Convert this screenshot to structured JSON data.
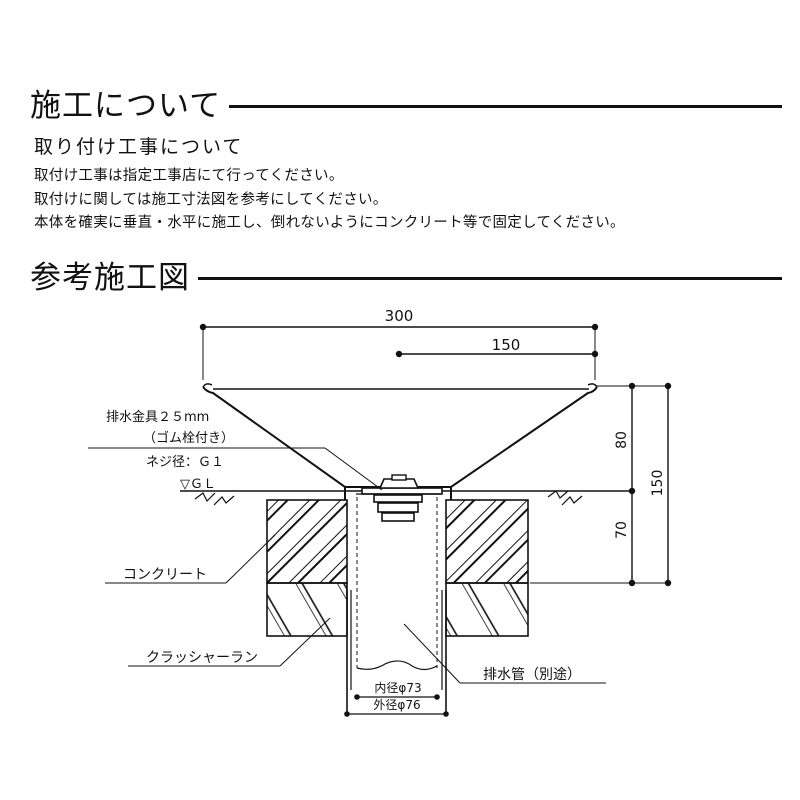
{
  "section1": {
    "title": "施工について",
    "subtitle": "取り付け工事について",
    "lines": [
      "取付け工事は指定工事店にて行ってください。",
      "取付けに関しては施工寸法図を参考にしてください。",
      "本体を確実に垂直・水平に施工し、倒れないようにコンクリート等で固定してください。"
    ]
  },
  "section2": {
    "title": "参考施工図"
  },
  "diagram": {
    "dims": {
      "width_total": "300",
      "width_half": "150",
      "height_upper": "80",
      "height_lower": "70",
      "height_total": "150",
      "inner_diameter": "内径φ73",
      "outer_diameter": "外径φ76"
    },
    "labels": {
      "drain_fitting_line1": "排水金具２５mm",
      "drain_fitting_line2": "（ゴム栓付き）",
      "thread": "ネジ径：Ｇ１",
      "ground_level": "▽ＧＬ",
      "concrete": "コンクリート",
      "crusher_run": "クラッシャーラン",
      "drain_pipe": "排水管（別途）"
    }
  }
}
